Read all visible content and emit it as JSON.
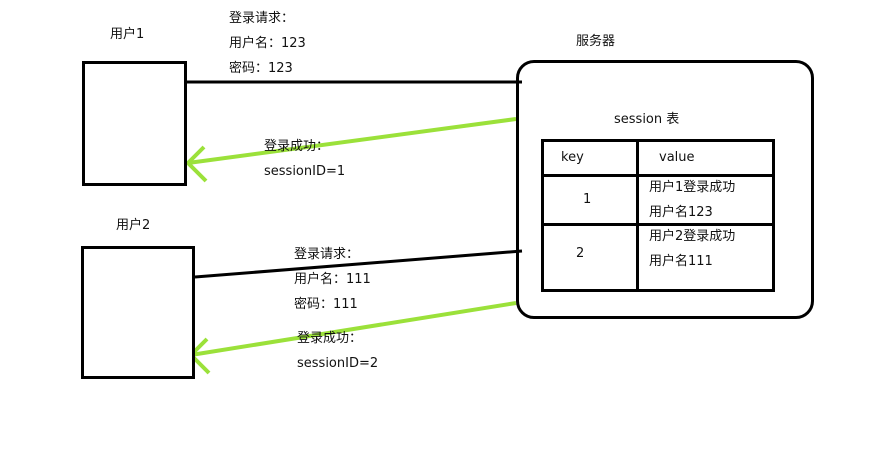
{
  "user1": {
    "title": "用户1"
  },
  "user2": {
    "title": "用户2"
  },
  "server": {
    "title": "服务器",
    "table_title": "session 表"
  },
  "request1": {
    "line1": "登录请求：",
    "line2": "用户名：123",
    "line3": "密码：123"
  },
  "response1": {
    "line1": "登录成功：",
    "line2": "sessionID=1"
  },
  "request2": {
    "line1": "登录请求：",
    "line2": "用户名：111",
    "line3": "密码：111"
  },
  "response2": {
    "line1": "登录成功：",
    "line2": "sessionID=2"
  },
  "table": {
    "headers": [
      "key",
      "value"
    ],
    "rows": [
      {
        "key": "1",
        "value_line1": "用户1登录成功",
        "value_line2": "用户名123"
      },
      {
        "key": "2",
        "value_line1": "用户2登录成功",
        "value_line2": "用户名111"
      }
    ]
  },
  "colors": {
    "response_arrow": "#9be13a",
    "request_line": "#000000"
  }
}
